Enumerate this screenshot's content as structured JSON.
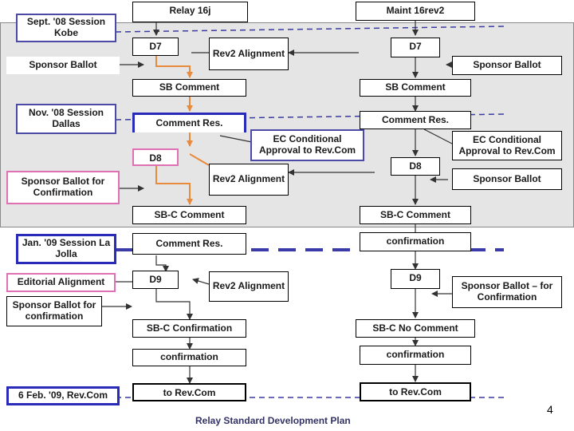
{
  "diagram": {
    "relay_header": "Relay 16j",
    "maint_header": "Maint 16rev2",
    "sessions": {
      "kobe": "Sept. '08 Session Kobe",
      "dallas": "Nov. '08 Session Dallas",
      "lajolla": "Jan. '09 Session La Jolla",
      "revcom_date": "6 Feb. '09, Rev.Com"
    },
    "left_notes": {
      "sponsor_ballot": "Sponsor Ballot",
      "sponsor_ballot_confirmation": "Sponsor Ballot for Confirmation",
      "editorial_alignment": "Editorial Alignment",
      "sponsor_ballot_confirmation_lower": "Sponsor Ballot for confirmation"
    },
    "relay": {
      "d7": "D7",
      "sb_comment": "SB Comment",
      "comment_res": "Comment Res.",
      "d8": "D8",
      "sbc_comment": "SB-C Comment",
      "comment_res2": "Comment Res.",
      "d9": "D9",
      "sbc_confirmation": "SB-C Confirmation",
      "confirmation": "confirmation",
      "to_revcom": "to Rev.Com"
    },
    "middle": {
      "rev2_alignment_1": "Rev2 Alignment",
      "ec_conditional_left": "EC Conditional Approval to Rev.Com",
      "rev2_alignment_2": "Rev2 Alignment",
      "rev2_alignment_3": "Rev2 Alignment"
    },
    "maint": {
      "d7": "D7",
      "sb_comment": "SB Comment",
      "comment_res": "Comment Res.",
      "d8": "D8",
      "sbc_comment": "SB-C Comment",
      "confirmation1": "confirmation",
      "d9": "D9",
      "sbc_no_comment": "SB-C No Comment",
      "confirmation2": "confirmation",
      "to_revcom": "to Rev.Com"
    },
    "right_notes": {
      "sponsor_ballot": "Sponsor Ballot",
      "ec_conditional_right": "EC Conditional Approval to Rev.Com",
      "sponsor_ballot_2": "Sponsor Ballot",
      "sponsor_ballot_for_confirmation": "Sponsor Ballot – for Confirmation"
    },
    "footer": "Relay Standard Development Plan",
    "page_number": "4"
  },
  "colors": {
    "session_border": "#4b4ba6",
    "session_border_strong": "#2a2ab8",
    "confirmation_border": "#e070b4",
    "orange_flow": "#e88a3c",
    "dashed_line": "#3a3aa8",
    "panel_bg": "#e5e5e5"
  }
}
